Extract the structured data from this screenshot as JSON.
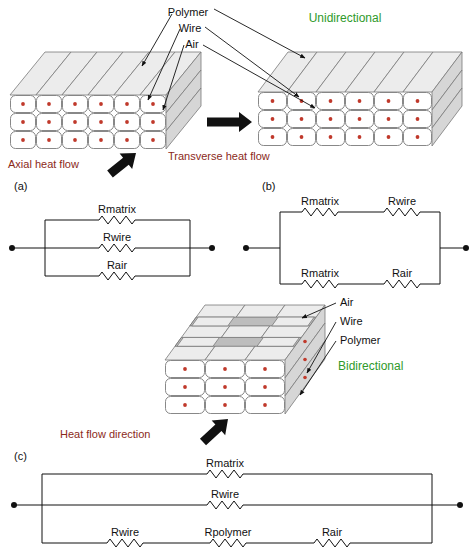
{
  "diagram": {
    "labels": [
      "Polymer",
      "Wire",
      "Air",
      "Unidirectional",
      "Axial heat flow",
      "Transverse heat flow",
      "(a)",
      "Rmatrix",
      "Rwire",
      "Rair",
      "(b)",
      "Rmatrix",
      "Rwire",
      "Rmatrix",
      "Rair",
      "Air",
      "Wire",
      "Polymer",
      "Bidirectional",
      "Heat flow direction",
      "(c)",
      "Rmatrix",
      "Rwire",
      "Rwire",
      "Rpolymer",
      "Rair"
    ]
  }
}
